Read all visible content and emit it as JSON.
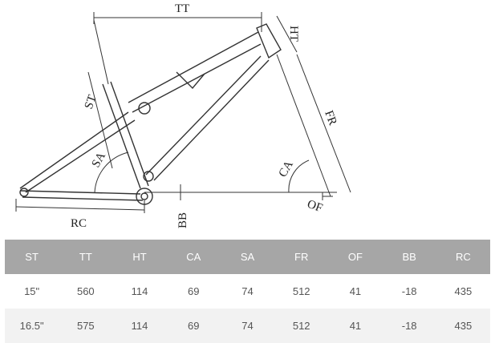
{
  "diagram": {
    "labels": {
      "TT": "TT",
      "HT": "HT",
      "ST": "ST",
      "SA": "SA",
      "FR": "FR",
      "CA": "CA",
      "OF": "OF",
      "BB": "BB",
      "RC": "RC"
    }
  },
  "table": {
    "headers": [
      "ST",
      "TT",
      "HT",
      "CA",
      "SA",
      "FR",
      "OF",
      "BB",
      "RC"
    ],
    "rows": [
      [
        "15\"",
        "560",
        "114",
        "69",
        "74",
        "512",
        "41",
        "-18",
        "435"
      ],
      [
        "16.5\"",
        "575",
        "114",
        "69",
        "74",
        "512",
        "41",
        "-18",
        "435"
      ]
    ]
  }
}
